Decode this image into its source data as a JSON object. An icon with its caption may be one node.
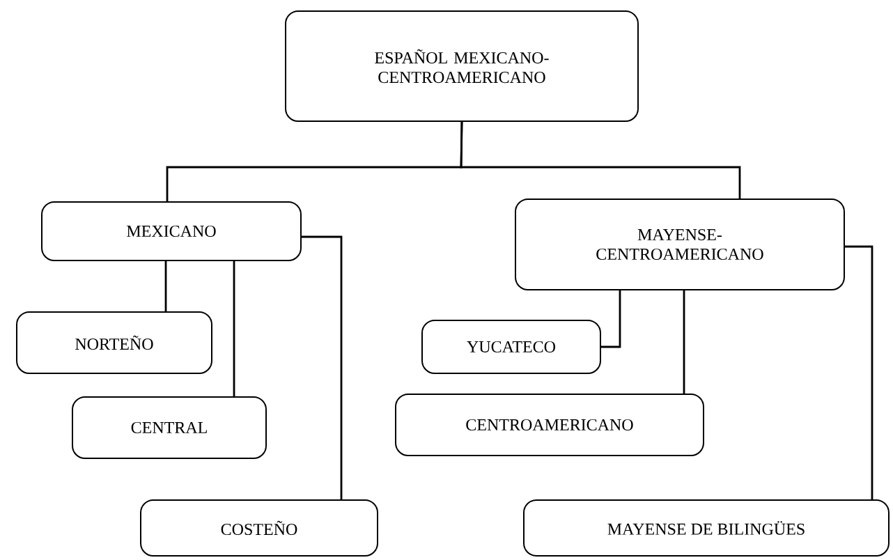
{
  "diagram": {
    "nodes": [
      {
        "text": [
          "ESPAÑOL MEXICANO- CENTROAMERICANO"
        ]
      },
      {
        "text": [
          "MEXICANO"
        ]
      },
      {
        "text": [
          "MAYENSE- CENTROAMERICANO"
        ]
      },
      {
        "text": [
          "NORTEÑO"
        ]
      },
      {
        "text": [
          "CENTRAL"
        ]
      },
      {
        "text": [
          "COSTEÑO"
        ]
      },
      {
        "text": [
          "YUCATECO"
        ]
      },
      {
        "text": [
          "CENTROAMERICANO"
        ]
      },
      {
        "text": [
          "MAYENSE DE BILINGÜES"
        ]
      }
    ],
    "edges": [
      {
        "from": 0,
        "to": 1,
        "arrow": "none"
      },
      {
        "from": 0,
        "to": 2,
        "arrow": "none"
      },
      {
        "from": 1,
        "to": 3,
        "arrow": "none"
      },
      {
        "from": 1,
        "to": 4,
        "arrow": "none"
      },
      {
        "from": 1,
        "to": 5,
        "arrow": "none"
      },
      {
        "from": 2,
        "to": 6,
        "arrow": "none"
      },
      {
        "from": 2,
        "to": 7,
        "arrow": "none"
      },
      {
        "from": 2,
        "to": 8,
        "arrow": "none"
      }
    ]
  }
}
